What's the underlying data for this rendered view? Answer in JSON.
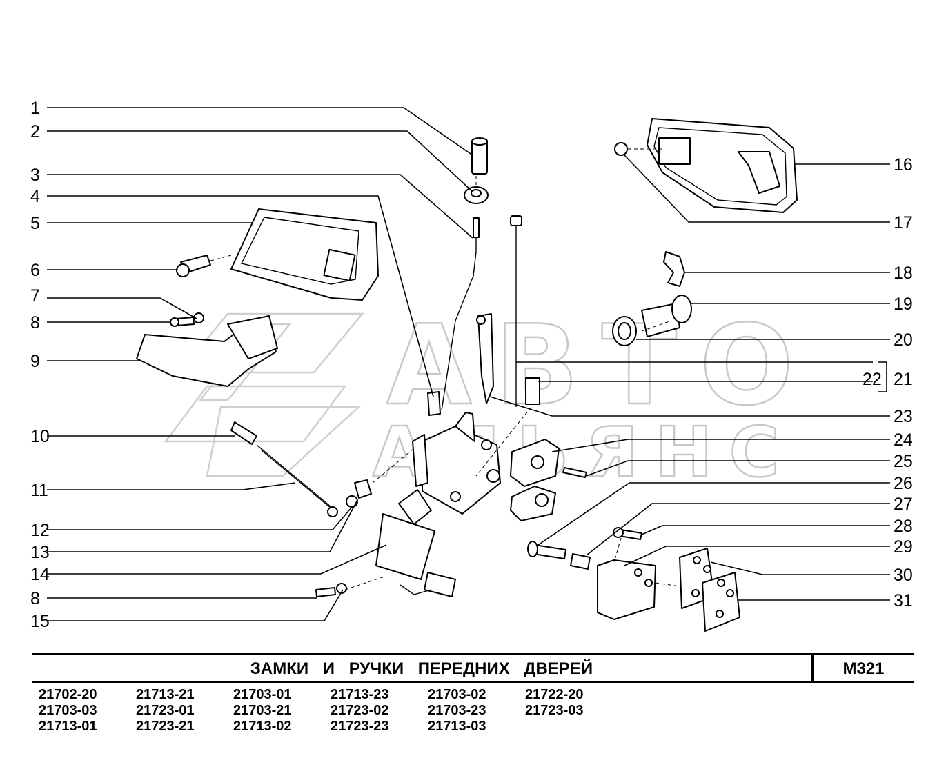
{
  "watermark": {
    "line1": "АВТО",
    "line2": "АЛЬЯНС"
  },
  "callouts": {
    "c1": "1",
    "c2": "2",
    "c3": "3",
    "c4": "4",
    "c5": "5",
    "c6": "6",
    "c7": "7",
    "c8a": "8",
    "c9": "9",
    "c10": "10",
    "c11": "11",
    "c12": "12",
    "c13": "13",
    "c14": "14",
    "c8b": "8",
    "c15": "15",
    "c16": "16",
    "c17": "17",
    "c18": "18",
    "c19": "19",
    "c20": "20",
    "c22": "22",
    "c21": "21",
    "c23": "23",
    "c24": "24",
    "c25": "25",
    "c26": "26",
    "c27": "27",
    "c28": "28",
    "c29": "29",
    "c30": "30",
    "c31": "31"
  },
  "title": "ЗАМКИ И РУЧКИ ПЕРЕДНИХ ДВЕРЕЙ",
  "page_code": "М321",
  "models": [
    "21702-20",
    "21703-03",
    "21713-01",
    "21713-21",
    "21723-01",
    "21723-21",
    "21703-01",
    "21703-21",
    "21713-02",
    "21713-23",
    "21723-02",
    "21723-23",
    "21703-02",
    "21703-23",
    "21713-03",
    "21722-20",
    "21723-03"
  ]
}
